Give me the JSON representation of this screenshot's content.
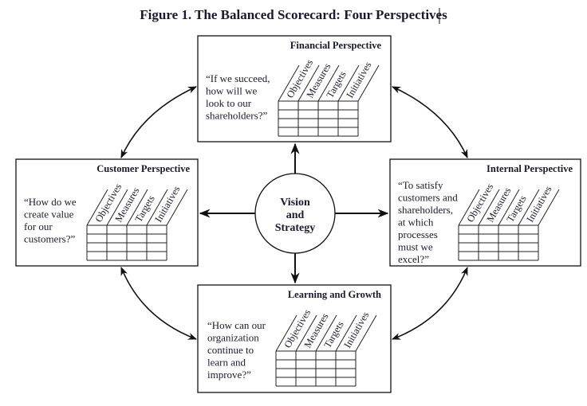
{
  "figure": {
    "title": "Figure 1.  The Balanced Scorecard: Four Perspectives"
  },
  "center": {
    "lines": [
      "Vision",
      "and",
      "Strategy"
    ]
  },
  "columns": [
    "Objectives",
    "Measures",
    "Targets",
    "Initiatives"
  ],
  "table_rows": 4,
  "perspectives": {
    "financial": {
      "title": "Financial Perspective",
      "question": [
        "“If we succeed,",
        "how will we",
        "look to our",
        "shareholders?”"
      ]
    },
    "customer": {
      "title": "Customer Perspective",
      "question": [
        "“How do we",
        "create value",
        "for our",
        "customers?”"
      ]
    },
    "internal": {
      "title": "Internal Perspective",
      "question": [
        "“To satisfy",
        "customers and",
        "shareholders,",
        "at which",
        "processes",
        "must we",
        "excel?”"
      ]
    },
    "learning": {
      "title": "Learning and Growth",
      "question": [
        "“How can our",
        "organization",
        "continue to",
        "learn and",
        "improve?”"
      ]
    }
  }
}
